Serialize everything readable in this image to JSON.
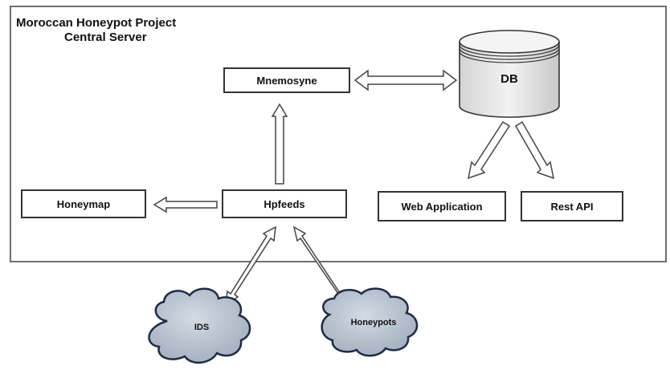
{
  "diagram": {
    "title_line1": "Moroccan Honeypot Project",
    "title_line2": "Central Server",
    "nodes": {
      "mnemosyne": "Mnemosyne",
      "db": "DB",
      "hpfeeds": "Hpfeeds",
      "honeymap": "Honeymap",
      "web_app": "Web Application",
      "rest_api": "Rest API",
      "ids": "IDS",
      "honeypots": "Honeypots"
    },
    "colors": {
      "frame": "#6f6f6f",
      "box_border": "#333333",
      "cloud_fill": "#b9c3cf",
      "cloud_stroke": "#1f2a44",
      "db_fill": "#e6e6e6",
      "arrow_stroke": "#444444"
    }
  }
}
